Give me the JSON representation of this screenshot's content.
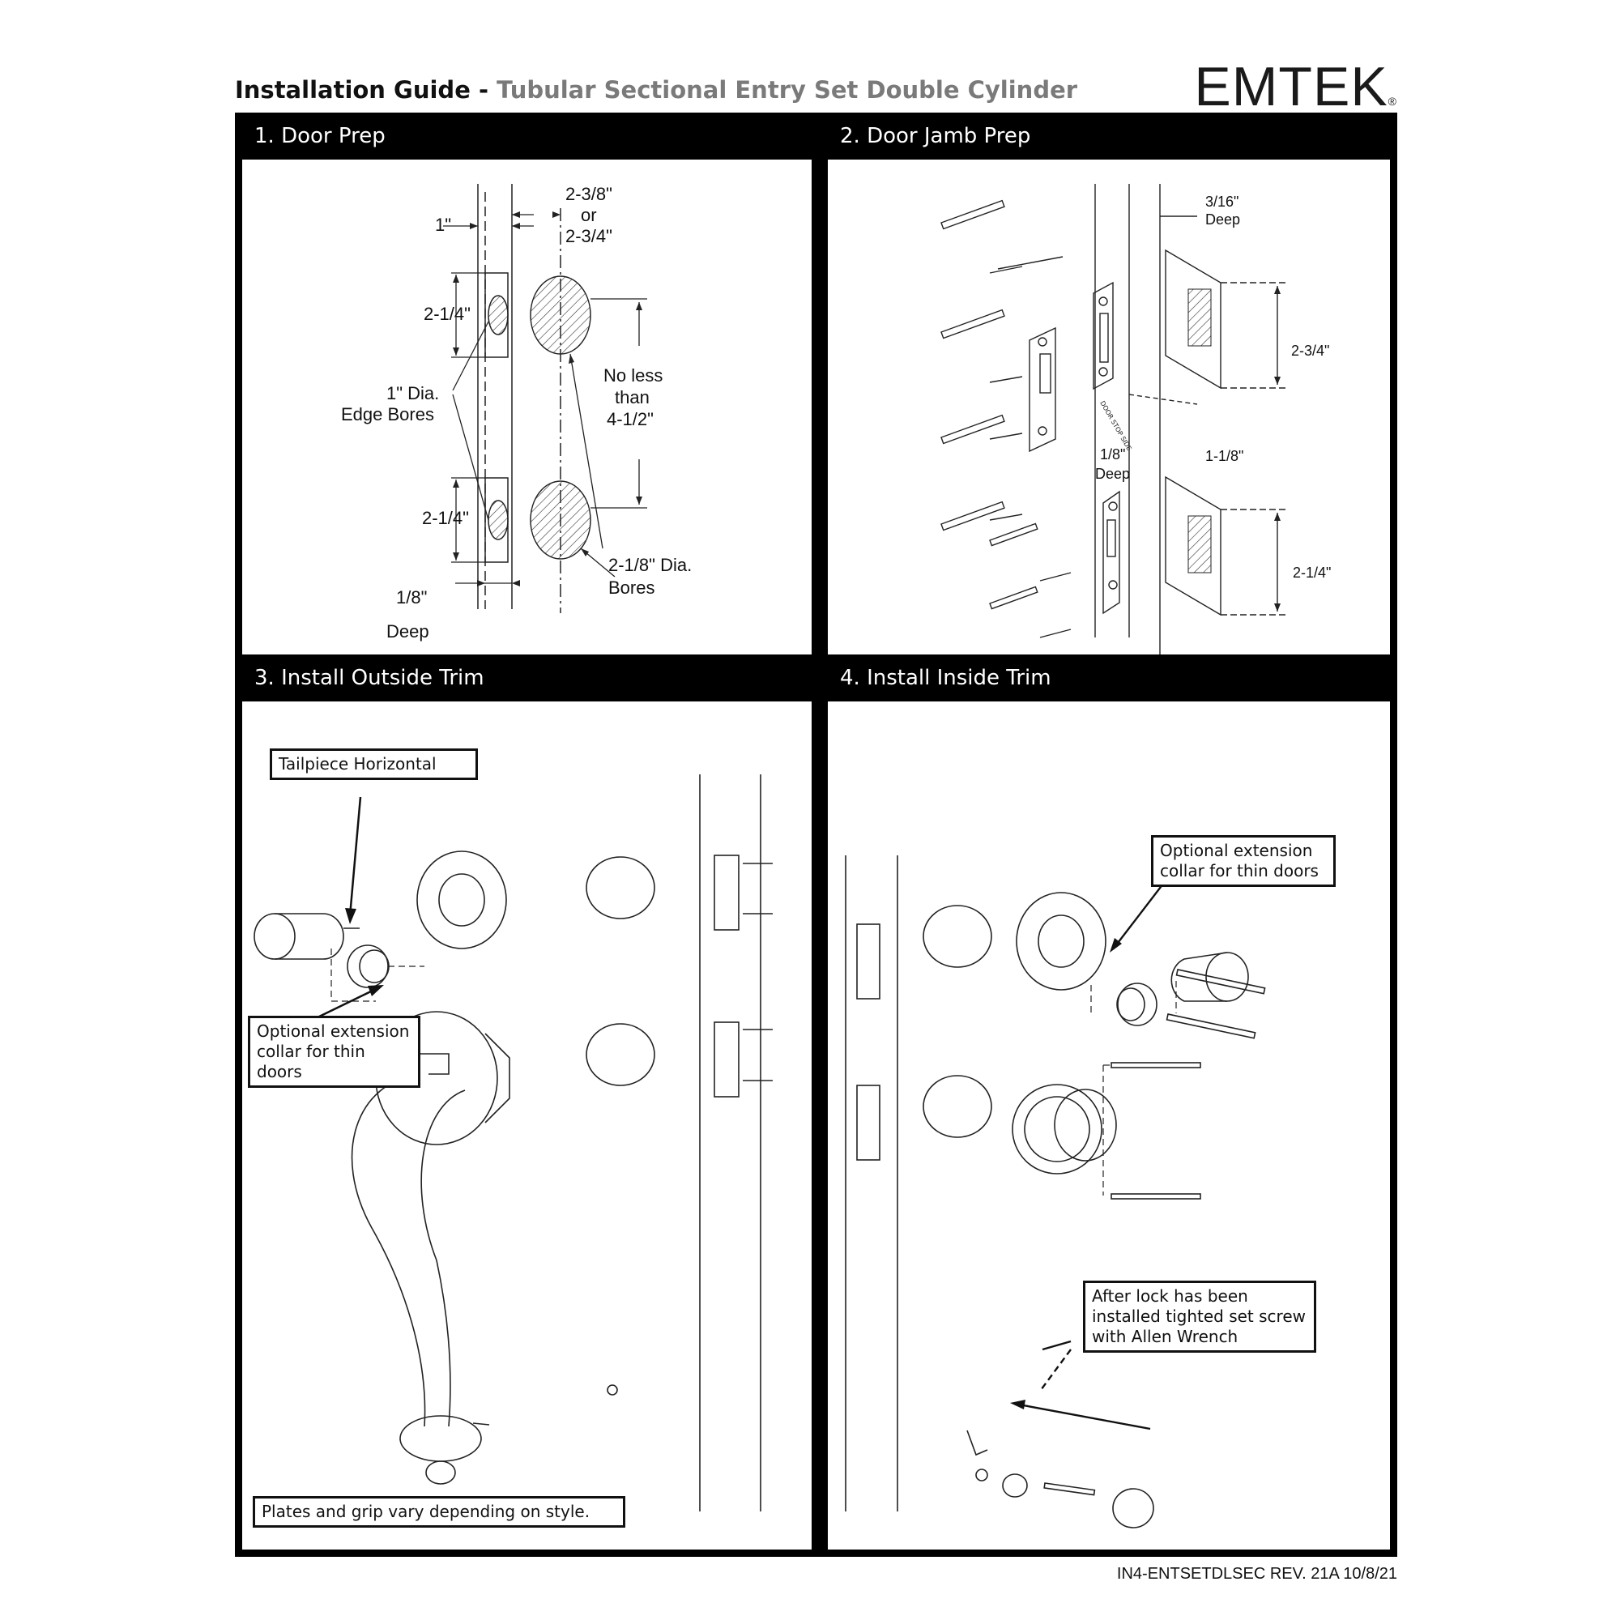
{
  "header": {
    "title_main": "Installation Guide - ",
    "title_sub": "Tubular Sectional Entry Set Double Cylinder",
    "brand": "EMTEK",
    "brand_mark": "®"
  },
  "panels": [
    {
      "heading": "1. Door Prep",
      "labels": {
        "backset": "2-3/8\"",
        "backset_or": "or",
        "backset_alt": "2-3/4\"",
        "edge_offset": "1\"",
        "edge_height_top": "2-1/4\"",
        "edge_bores_line1": "1\" Dia.",
        "edge_bores_line2": "Edge Bores",
        "spacing_line1": "No less",
        "spacing_line2": "than",
        "spacing_line3": "4-1/2\"",
        "edge_height_bottom": "2-1/4\"",
        "bores_line1": "2-1/8\" Dia.",
        "bores_line2": "Bores",
        "depth_value": "1/8\"",
        "depth_label": "Deep"
      }
    },
    {
      "heading": "2. Door Jamb Prep",
      "labels": {
        "top_depth_value": "3/16\"",
        "top_depth_label": "Deep",
        "upper_height": "2-3/4\"",
        "jamb_width": "1-1/8\"",
        "lower_depth_value": "1/8\"",
        "lower_depth_label": "Deep",
        "lower_height": "2-1/4\"",
        "door_stop_text": "DOOR STOP SIDE"
      }
    },
    {
      "heading": "3. Install Outside Trim",
      "callouts": {
        "tailpiece": "Tailpiece Horizontal",
        "collar": "Optional extension collar for thin doors",
        "note": "Plates and grip vary depending on style."
      }
    },
    {
      "heading": "4. Install Inside Trim",
      "callouts": {
        "collar": "Optional extension collar for thin doors",
        "allen": "After lock has been installed tighted set screw with Allen Wrench"
      }
    }
  ],
  "footer": {
    "doc_code": "IN4-ENTSETDLSEC  REV.  21A  10/8/21"
  }
}
